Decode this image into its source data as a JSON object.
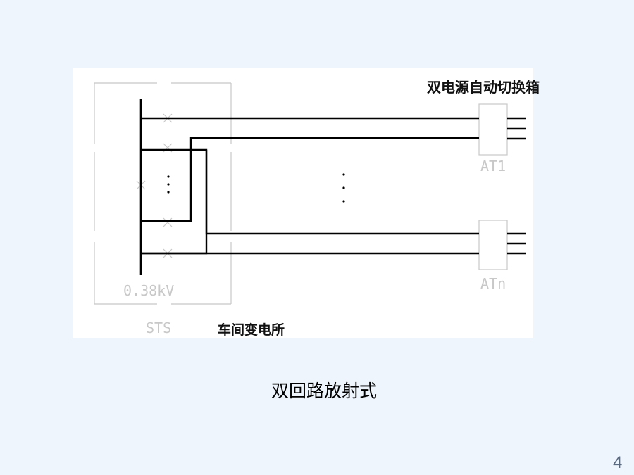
{
  "diagram": {
    "box_title": "双电源自动切换箱",
    "substation_label": "车间变电所",
    "voltage_label": "0.38kV",
    "sts_label": "STS",
    "at1_label": "AT1",
    "atn_label": "ATn",
    "caption": "双回路放射式"
  },
  "page": {
    "number": "4"
  },
  "colors": {
    "background": "#eef5fc",
    "panel": "#ffffff",
    "line": "#000000",
    "faint": "#c8c8c8"
  }
}
